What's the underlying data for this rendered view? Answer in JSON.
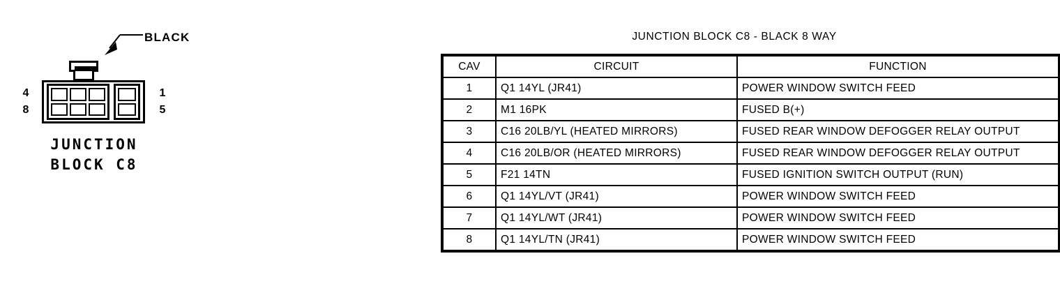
{
  "connector": {
    "callout_label": "BLACK",
    "caption_line1": "JUNCTION",
    "caption_line2": "BLOCK C8",
    "pins_left_top": "4",
    "pins_left_bottom": "8",
    "pins_right_top": "1",
    "pins_right_bottom": "5",
    "cavity_count": 8,
    "ink_color": "#000000",
    "background_color": "#ffffff"
  },
  "table": {
    "title": "JUNCTION BLOCK C8 - BLACK 8 WAY",
    "headers": {
      "cav": "CAV",
      "circuit": "CIRCUIT",
      "function": "FUNCTION"
    },
    "rows": [
      {
        "cav": "1",
        "circuit": "Q1 14YL (JR41)",
        "function": "POWER WINDOW SWITCH FEED"
      },
      {
        "cav": "2",
        "circuit": "M1 16PK",
        "function": "FUSED B(+)"
      },
      {
        "cav": "3",
        "circuit": "C16 20LB/YL (HEATED MIRRORS)",
        "function": "FUSED REAR WINDOW DEFOGGER RELAY OUTPUT"
      },
      {
        "cav": "4",
        "circuit": "C16 20LB/OR (HEATED MIRRORS)",
        "function": "FUSED REAR WINDOW DEFOGGER RELAY OUTPUT"
      },
      {
        "cav": "5",
        "circuit": "F21 14TN",
        "function": "FUSED IGNITION SWITCH OUTPUT (RUN)"
      },
      {
        "cav": "6",
        "circuit": "Q1 14YL/VT (JR41)",
        "function": "POWER WINDOW SWITCH FEED"
      },
      {
        "cav": "7",
        "circuit": "Q1 14YL/WT (JR41)",
        "function": "POWER WINDOW SWITCH FEED"
      },
      {
        "cav": "8",
        "circuit": "Q1 14YL/TN (JR41)",
        "function": "POWER WINDOW SWITCH FEED"
      }
    ]
  }
}
